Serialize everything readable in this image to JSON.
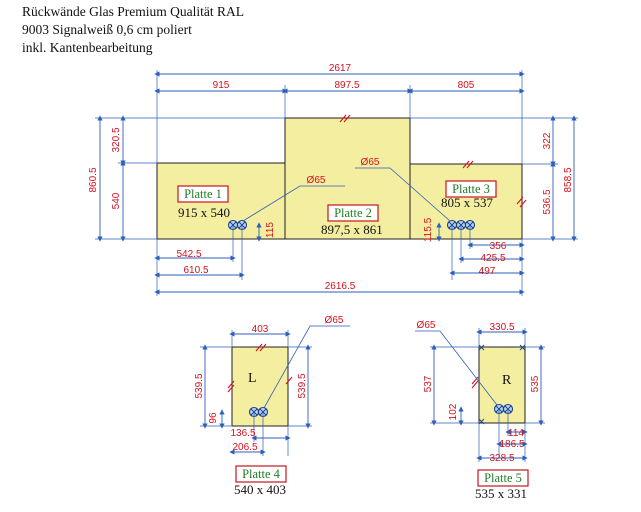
{
  "title": {
    "line1": "Rückwände Glas Premium Qualität RAL",
    "line2": "9003 Signalweiß 0,6 cm poliert",
    "line3": "inkl. Kantenbearbeitung"
  },
  "dimensions": {
    "total_top": "2617",
    "seg1": "915",
    "seg2": "897.5",
    "seg3": "805",
    "left_upper": "320.5",
    "left_lower": "540",
    "left_total": "860.5",
    "right_upper": "322",
    "right_lower": "536.5",
    "right_total": "858.5",
    "hole_dia_left": "Ø65",
    "hole_dia_mid": "Ø65",
    "hole_h_left": "115",
    "hole_h_right": "115.5",
    "p1_hole_a": "542.5",
    "p1_hole_b": "610.5",
    "p3_hole_a": "356",
    "p3_hole_b": "425.5",
    "p3_hole_c": "497",
    "total_bottom": "2616.5"
  },
  "plates": {
    "p1": {
      "label": "Platte 1",
      "size": "915 x 540"
    },
    "p2": {
      "label": "Platte 2",
      "size": "897,5 x 861"
    },
    "p3": {
      "label": "Platte 3",
      "size": "805 x 537"
    },
    "p4": {
      "label": "Platte 4",
      "size": "540 x 403",
      "letter": "L",
      "w": "403",
      "h_left": "539.5",
      "h_right": "539.5",
      "dia": "Ø65",
      "hole_h": "96",
      "hole_a": "136.5",
      "hole_b": "206.5"
    },
    "p5": {
      "label": "Platte 5",
      "size": "535 x 331",
      "letter": "R",
      "w": "330.5",
      "h_left": "537",
      "h_right": "535",
      "dia": "Ø65",
      "hole_h": "102",
      "hole_a": "114",
      "hole_b": "186.5",
      "hole_c": "328.5"
    }
  },
  "colors": {
    "panel_fill": "#f4eea0",
    "dimension_text": "#d4111f",
    "dimension_line": "#2f5fb8",
    "label_text": "#1c7d24"
  }
}
